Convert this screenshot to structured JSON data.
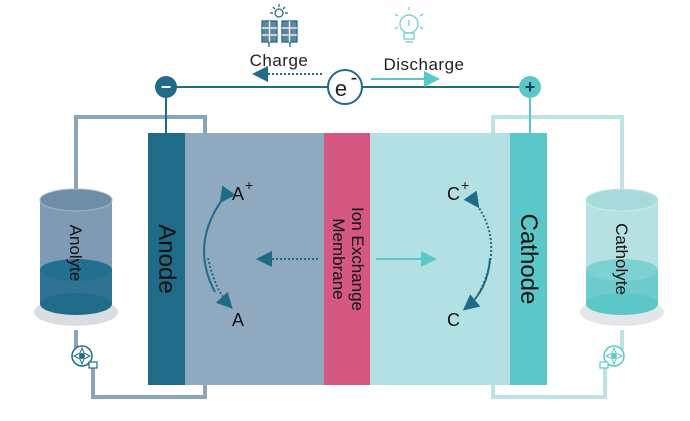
{
  "labels": {
    "charge": "Charge",
    "discharge": "Discharge",
    "electron": "e",
    "electron_sup": "-",
    "minus": "−",
    "plus": "+",
    "anode": "Anode",
    "cathode": "Cathode",
    "membrane_line1": "Ion Exchange",
    "membrane_line2": "Membrane",
    "anolyte": "Anolyte",
    "catholyte": "Catholyte",
    "a_plus": "A",
    "a_plus_sup": "+",
    "a": "A",
    "c_plus": "C",
    "c_plus_sup": "+",
    "c": "C"
  },
  "icons": {
    "charge": "solar-panel-icon",
    "discharge": "light-bulb-icon",
    "pump_left": "pump-icon",
    "pump_right": "pump-icon"
  },
  "colors": {
    "anode_dark": "#1f6b88",
    "anode_light": "#8fa9bf",
    "membrane": "#d4587f",
    "cathode_light": "#b3e1e3",
    "cathode_dark": "#5bc7c8",
    "anolyte_pipe": "#8aa5b8",
    "catholyte_pipe": "#bfe3e4",
    "electron_line": "#1f6b88",
    "text": "#222222"
  }
}
